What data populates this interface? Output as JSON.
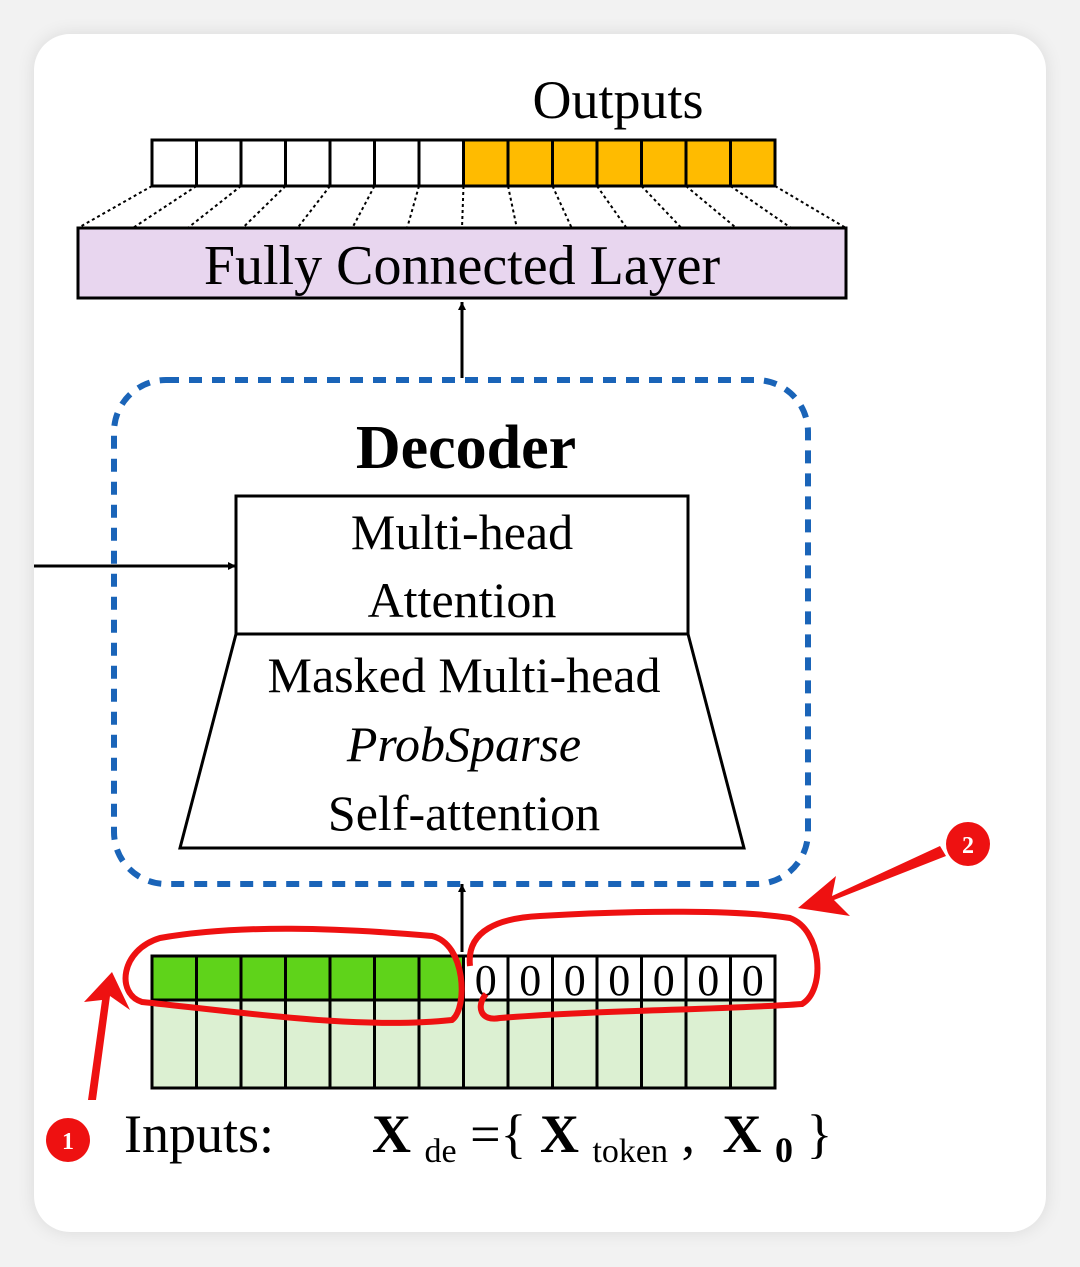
{
  "outputs_label": "Outputs",
  "fc_layer_label": "Fully Connected Layer",
  "decoder_title": "Decoder",
  "attention_block": {
    "line1": "Multi-head",
    "line2": "Attention"
  },
  "masked_block": {
    "line1": "Masked Multi-head",
    "line2": "ProbSparse",
    "line3": "Self-attention"
  },
  "output_tokens": {
    "white_count": 7,
    "orange_count": 7
  },
  "input_tokens": {
    "green_count": 7,
    "zero_count": 7,
    "zero_value": "0"
  },
  "inputs_label": {
    "prefix": "Inputs:",
    "x": "X",
    "de_sub": "de",
    "equals_brace": "={",
    "token_sub": "token",
    "comma": ",",
    "zero_sub": "0",
    "close_brace": "}"
  },
  "annotations": [
    {
      "number": "1"
    },
    {
      "number": "2"
    }
  ],
  "colors": {
    "fc_fill": "#e8d6ef",
    "output_fill": "#ffbb00",
    "token_green": "#5fd31a",
    "embedding_fill": "#dcf0d2",
    "decoder_border": "#1a64b8",
    "annotation_red": "#ee1111"
  }
}
